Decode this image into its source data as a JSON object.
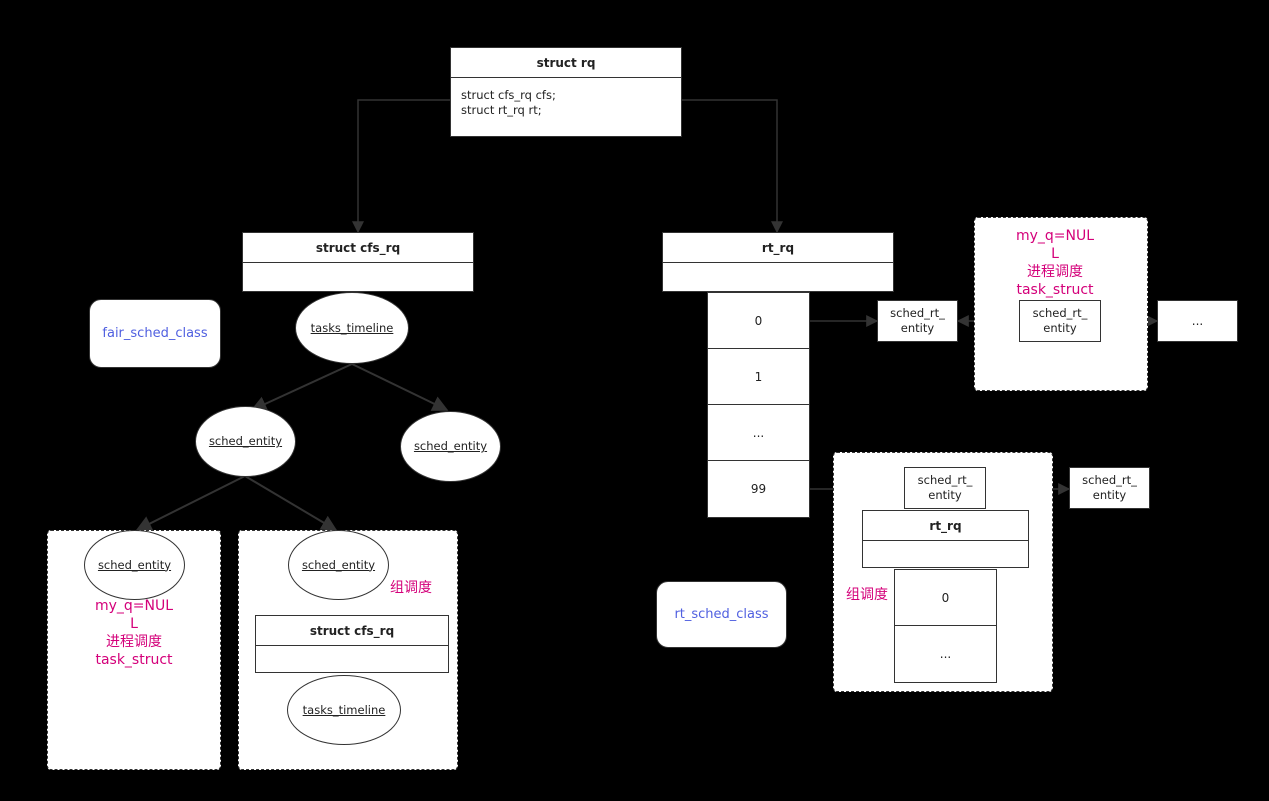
{
  "struct_rq": {
    "title": "struct rq",
    "line1": "struct cfs_rq cfs;",
    "line2": "struct rt_rq rt;"
  },
  "cfs_rq": {
    "title": "struct cfs_rq"
  },
  "rt_rq": {
    "title": "rt_rq"
  },
  "fair_sched_class": "fair_sched_class",
  "rt_sched_class": "rt_sched_class",
  "tasks_timeline": "tasks_timeline",
  "sched_entity": "sched_entity",
  "sched_rt_entity": "sched_rt_entity",
  "rt_array": [
    "0",
    "1",
    "...",
    "99"
  ],
  "ellipsis": "...",
  "group_sched": "组调度",
  "process_note": [
    "my_q=NUL",
    "L",
    "进程调度",
    "task_struct"
  ],
  "left_group": {
    "cfs_title": "struct cfs_rq",
    "timeline": "tasks_timeline"
  },
  "right_group": {
    "rt_title": "rt_rq",
    "array": [
      "0",
      "..."
    ]
  }
}
